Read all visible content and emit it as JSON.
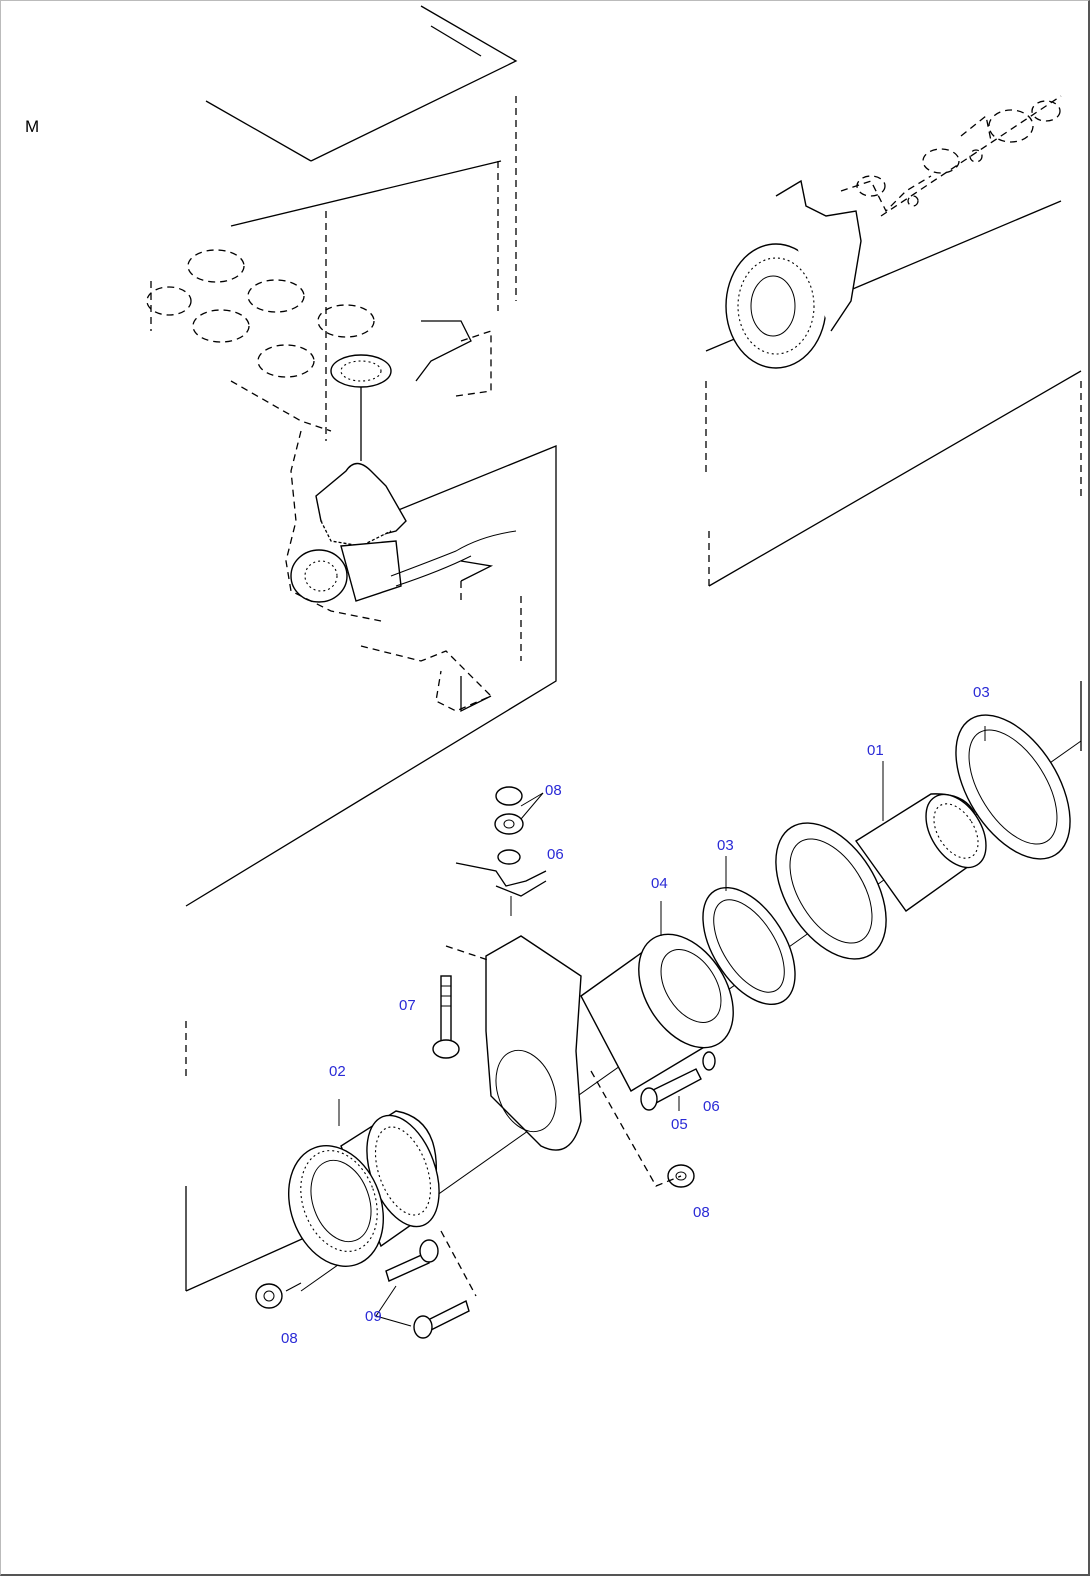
{
  "sheet": {
    "label": "M"
  },
  "callouts": [
    {
      "id": "c01",
      "text": "01"
    },
    {
      "id": "c02",
      "text": "02"
    },
    {
      "id": "c03a",
      "text": "03"
    },
    {
      "id": "c03b",
      "text": "03"
    },
    {
      "id": "c04",
      "text": "04"
    },
    {
      "id": "c05",
      "text": "05"
    },
    {
      "id": "c06a",
      "text": "06"
    },
    {
      "id": "c06b",
      "text": "06"
    },
    {
      "id": "c07",
      "text": "07"
    },
    {
      "id": "c08a",
      "text": "08"
    },
    {
      "id": "c08b",
      "text": "08"
    },
    {
      "id": "c08c",
      "text": "08"
    },
    {
      "id": "c09",
      "text": "09"
    }
  ],
  "colors": {
    "line": "#000000",
    "callout_text": "#2a2ad6",
    "background": "#ffffff"
  }
}
